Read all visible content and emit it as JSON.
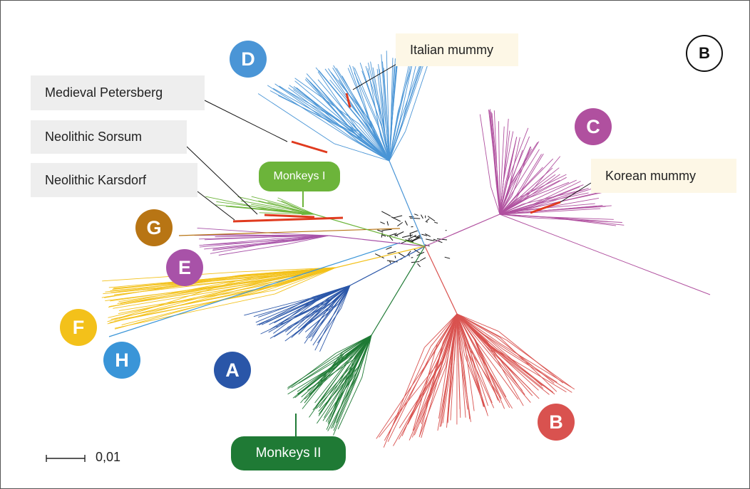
{
  "panel_label": "B",
  "scale_bar": {
    "label": "0,01"
  },
  "clusters": {
    "A": {
      "label": "A",
      "color": "#2a56a8"
    },
    "B": {
      "label": "B",
      "color": "#d9524f"
    },
    "C": {
      "label": "C",
      "color": "#b0509f"
    },
    "D": {
      "label": "D",
      "color": "#4a95d6"
    },
    "E": {
      "label": "E",
      "color": "#a852a8"
    },
    "F": {
      "label": "F",
      "color": "#f3c11a"
    },
    "G": {
      "label": "G",
      "color": "#b87514"
    },
    "H": {
      "label": "H",
      "color": "#3a95d8"
    },
    "monkeys1": {
      "label": "Monkeys I",
      "color": "#6cb43a"
    },
    "monkeys2": {
      "label": "Monkeys II",
      "color": "#1f7a35"
    }
  },
  "samples": {
    "italian_mummy": "Italian mummy",
    "medieval_petersberg": "Medieval Petersberg",
    "neolithic_sorsum": "Neolithic Sorsum",
    "neolithic_karsdorf": "Neolithic Karsdorf",
    "korean_mummy": "Korean mummy",
    "ancient_highlight_color": "#e03a1e"
  }
}
